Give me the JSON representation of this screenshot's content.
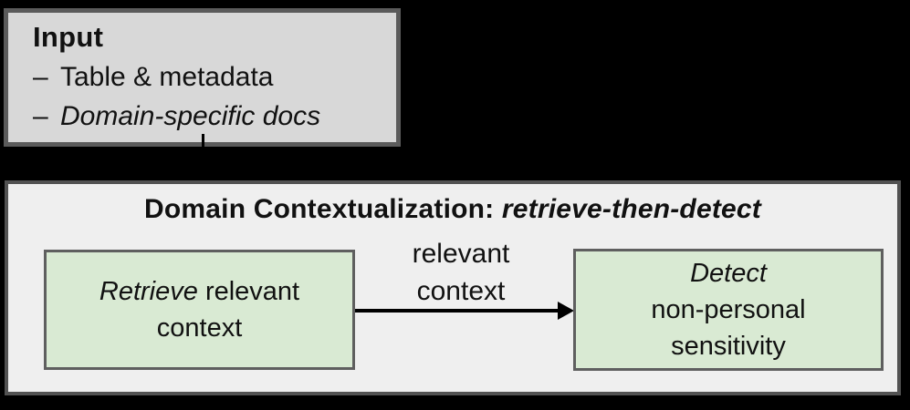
{
  "background_color": "#000000",
  "input_box": {
    "fill": "#d8d8d8",
    "border_color": "#5b5b5b",
    "title": "Input",
    "items": [
      {
        "marker": "–",
        "text": "Table & metadata",
        "italic": false
      },
      {
        "marker": "–",
        "text": "Domain-specific docs",
        "italic": true
      }
    ]
  },
  "pipeline_box": {
    "fill": "#efefef",
    "border_color": "#525252",
    "title": {
      "prefix": "Domain Contextualization:",
      "emphasis": "retrieve-then-detect"
    },
    "retrieve_node": {
      "fill": "#d9ead3",
      "line1_emphasis": "Retrieve",
      "line1_rest": "relevant",
      "line2": "context"
    },
    "arrow": {
      "color": "#000000",
      "label_line1": "relevant",
      "label_line2": "context"
    },
    "detect_node": {
      "fill": "#d9ead3",
      "line1_emphasis": "Detect",
      "line2": "non-personal",
      "line3": "sensitivity"
    }
  }
}
